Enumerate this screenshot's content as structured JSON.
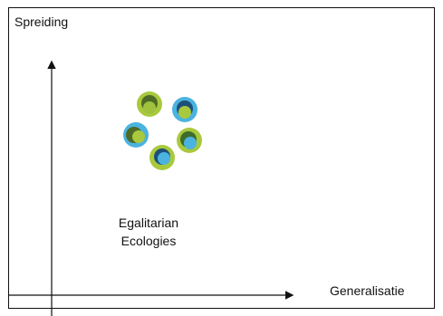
{
  "diagram": {
    "y_axis_label": "Spreiding",
    "x_axis_label": "Generalisatie",
    "center_label_lines": [
      "Egalitarian",
      "Ecologies"
    ],
    "colors": {
      "lime": "#a9c93d",
      "dark_green": "#4d6a27",
      "teal": "#3a8f8b",
      "blue": "#4bb3df",
      "navy": "#1d4f78"
    },
    "icon": "circular-ring-cluster-icon"
  }
}
